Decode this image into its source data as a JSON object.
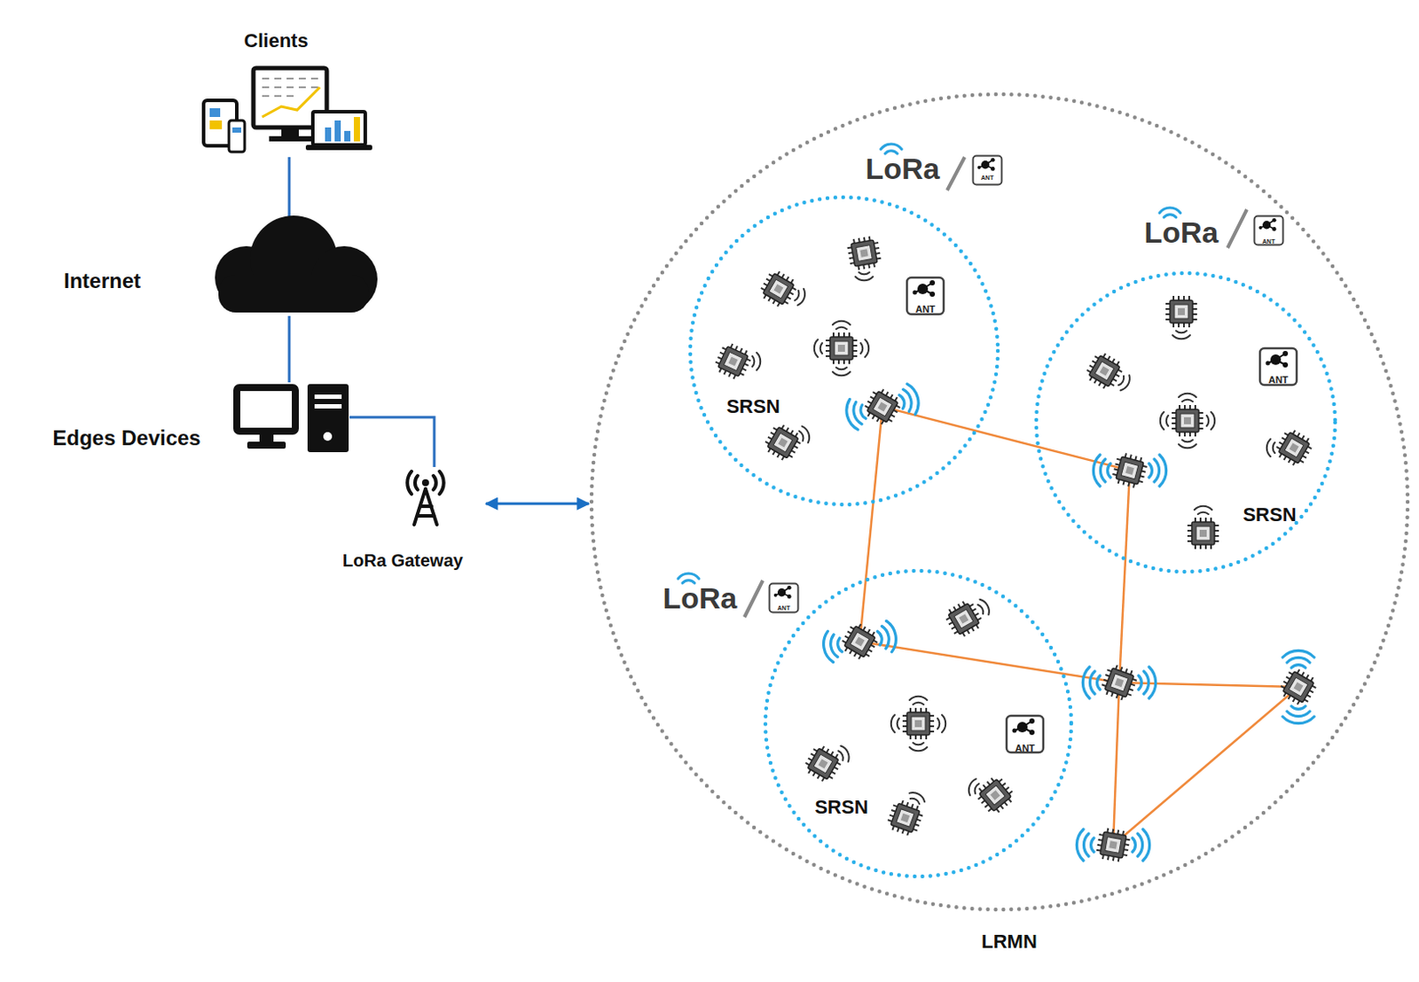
{
  "diagram": {
    "nodes": [
      {
        "text": [
          "Clients"
        ]
      },
      {
        "text": [
          "Internet"
        ]
      },
      {
        "text": [
          "Edges Devices"
        ]
      },
      {
        "text": [
          "LoRa Gateway"
        ]
      },
      {
        "text": [
          "LRMN"
        ]
      },
      {
        "text": [
          "SRSN"
        ],
        "in": 4
      },
      {
        "text": [
          "SRSN"
        ],
        "in": 4
      },
      {
        "text": [
          "SRSN"
        ],
        "in": 4
      }
    ],
    "edges": [
      {
        "from": 0,
        "to": 1,
        "arrow": "none"
      },
      {
        "from": 1,
        "to": 2,
        "arrow": "none"
      },
      {
        "from": 2,
        "to": 3,
        "arrow": "none"
      },
      {
        "from": 3,
        "to": 4,
        "arrow": "both"
      }
    ],
    "labels": [
      "LoRa",
      "ANT",
      "ANT",
      "LoRa",
      "ANT",
      "ANT",
      "LoRa",
      "ANT",
      "ANT"
    ]
  }
}
